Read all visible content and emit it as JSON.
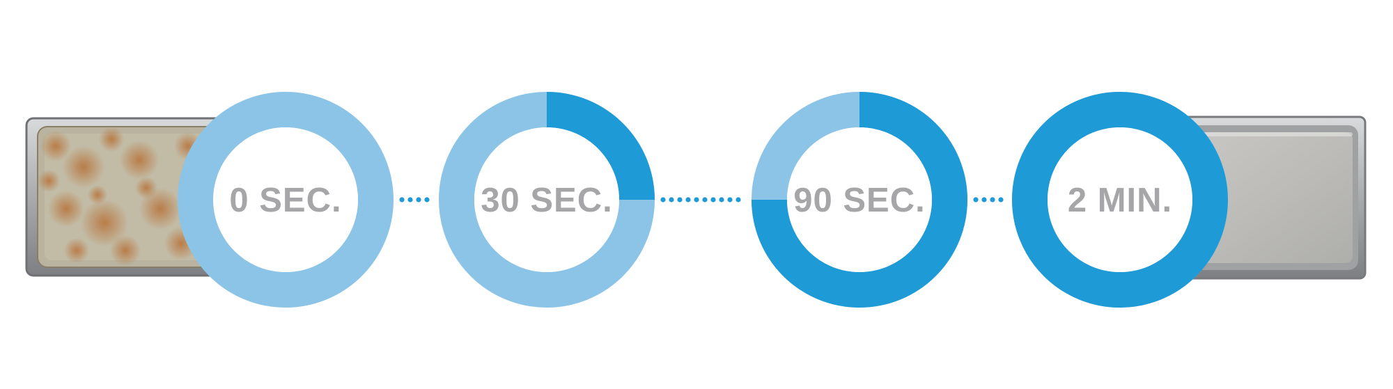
{
  "colors": {
    "light_blue": "#8cc4e8",
    "dark_blue": "#1e9ad6",
    "dot_blue": "#1e9ad6",
    "label_gray": "#a6a6a8",
    "background": "#ffffff"
  },
  "dirty_tray": {
    "icon": "dirty-steel-tray-icon"
  },
  "clean_tray": {
    "icon": "clean-steel-tray-icon"
  },
  "stages": [
    {
      "label": "0 SEC.",
      "progress": 0.0
    },
    {
      "label": "30 SEC.",
      "progress": 0.25
    },
    {
      "label": "90 SEC.",
      "progress": 0.75
    },
    {
      "label": "2 MIN.",
      "progress": 1.0
    }
  ]
}
